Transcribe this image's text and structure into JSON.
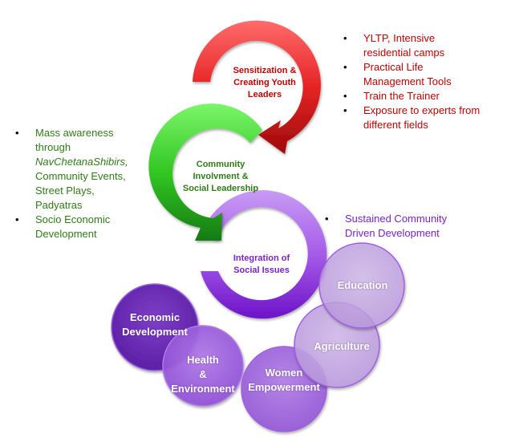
{
  "colors": {
    "red": "#d41c1c",
    "green": "#2a9d1e",
    "purple": "#8a2be2",
    "red_text": "#c00000",
    "green_text": "#2e7d17",
    "purple_text": "#7b22c8",
    "circle_dark": "#6a2bb0",
    "circle_mid": "#9f5fdf",
    "circle_light": "#c7a9e6"
  },
  "stages": [
    {
      "id": "sensitization",
      "label_lines": [
        "Sensitization &",
        "Creating Youth",
        "Leaders"
      ]
    },
    {
      "id": "community",
      "label_lines": [
        "Community",
        "Involvment &",
        "Social Leadership"
      ]
    },
    {
      "id": "integration",
      "label_lines": [
        "Integration of",
        "Social Issues"
      ]
    }
  ],
  "red_bullets": [
    {
      "lines": [
        "YLTP, Intensive",
        "residential camps"
      ]
    },
    {
      "lines": [
        "Practical Life",
        "Management Tools"
      ]
    },
    {
      "lines": [
        "Train the Trainer"
      ]
    },
    {
      "lines": [
        "Exposure to experts from",
        "different fields"
      ]
    }
  ],
  "green_bullets": [
    {
      "lines": [
        "Mass awareness",
        "through",
        "NavChetanaShibirs,",
        "Community Events,",
        "Street Plays,",
        "Padyatras"
      ],
      "italic_line": 2
    },
    {
      "lines": [
        "Socio Economic",
        "Development"
      ]
    }
  ],
  "purple_bullets": [
    {
      "lines": [
        "Sustained Community",
        "Driven Development"
      ]
    }
  ],
  "issues": [
    {
      "id": "economic-development",
      "label_lines": [
        "Economic",
        "Development"
      ]
    },
    {
      "id": "health-environment",
      "label_lines": [
        "Health",
        "&",
        "Environment"
      ]
    },
    {
      "id": "women-empowerment",
      "label_lines": [
        "Women",
        "Empowerment"
      ]
    },
    {
      "id": "agriculture",
      "label_lines": [
        "Agriculture"
      ]
    },
    {
      "id": "education",
      "label_lines": [
        "Education"
      ]
    }
  ]
}
